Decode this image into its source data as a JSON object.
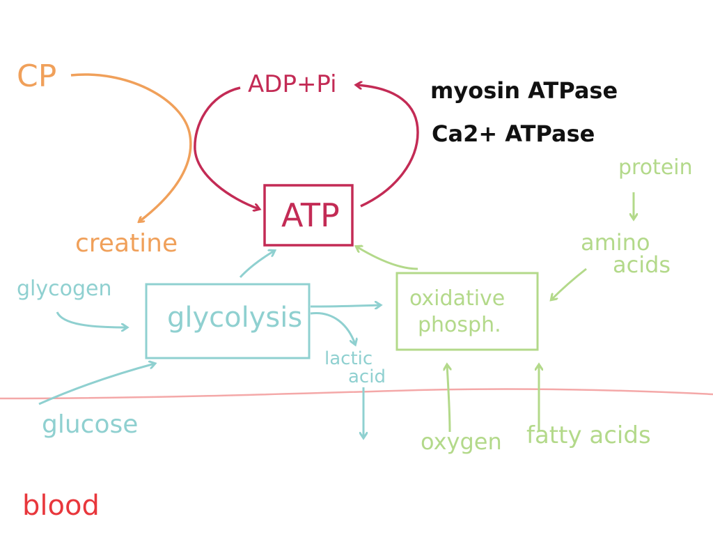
{
  "colors": {
    "orange": "#f0a05a",
    "crimson": "#c32b55",
    "black": "#111111",
    "teal": "#8fd0d0",
    "green": "#b3d98a",
    "boundary": "#f4a8a8",
    "red": "#e8373c"
  },
  "labels": {
    "cp": "CP",
    "creatine": "creatine",
    "adp_pi": "ADP+Pi",
    "atp": "ATP",
    "myosin_atpase": "myosin ATPase",
    "ca_atpase": "Ca2+ ATPase",
    "glycogen": "glycogen",
    "glycolysis": "glycolysis",
    "glucose": "glucose",
    "lactic_acid_line1": "lactic",
    "lactic_acid_line2": "acid",
    "oxidative_line1": "oxidative",
    "oxidative_line2": "phosph.",
    "protein": "protein",
    "amino_acids_line1": "amino",
    "amino_acids_line2": "acids",
    "oxygen": "oxygen",
    "fatty_acids": "fatty acids",
    "blood": "blood"
  }
}
